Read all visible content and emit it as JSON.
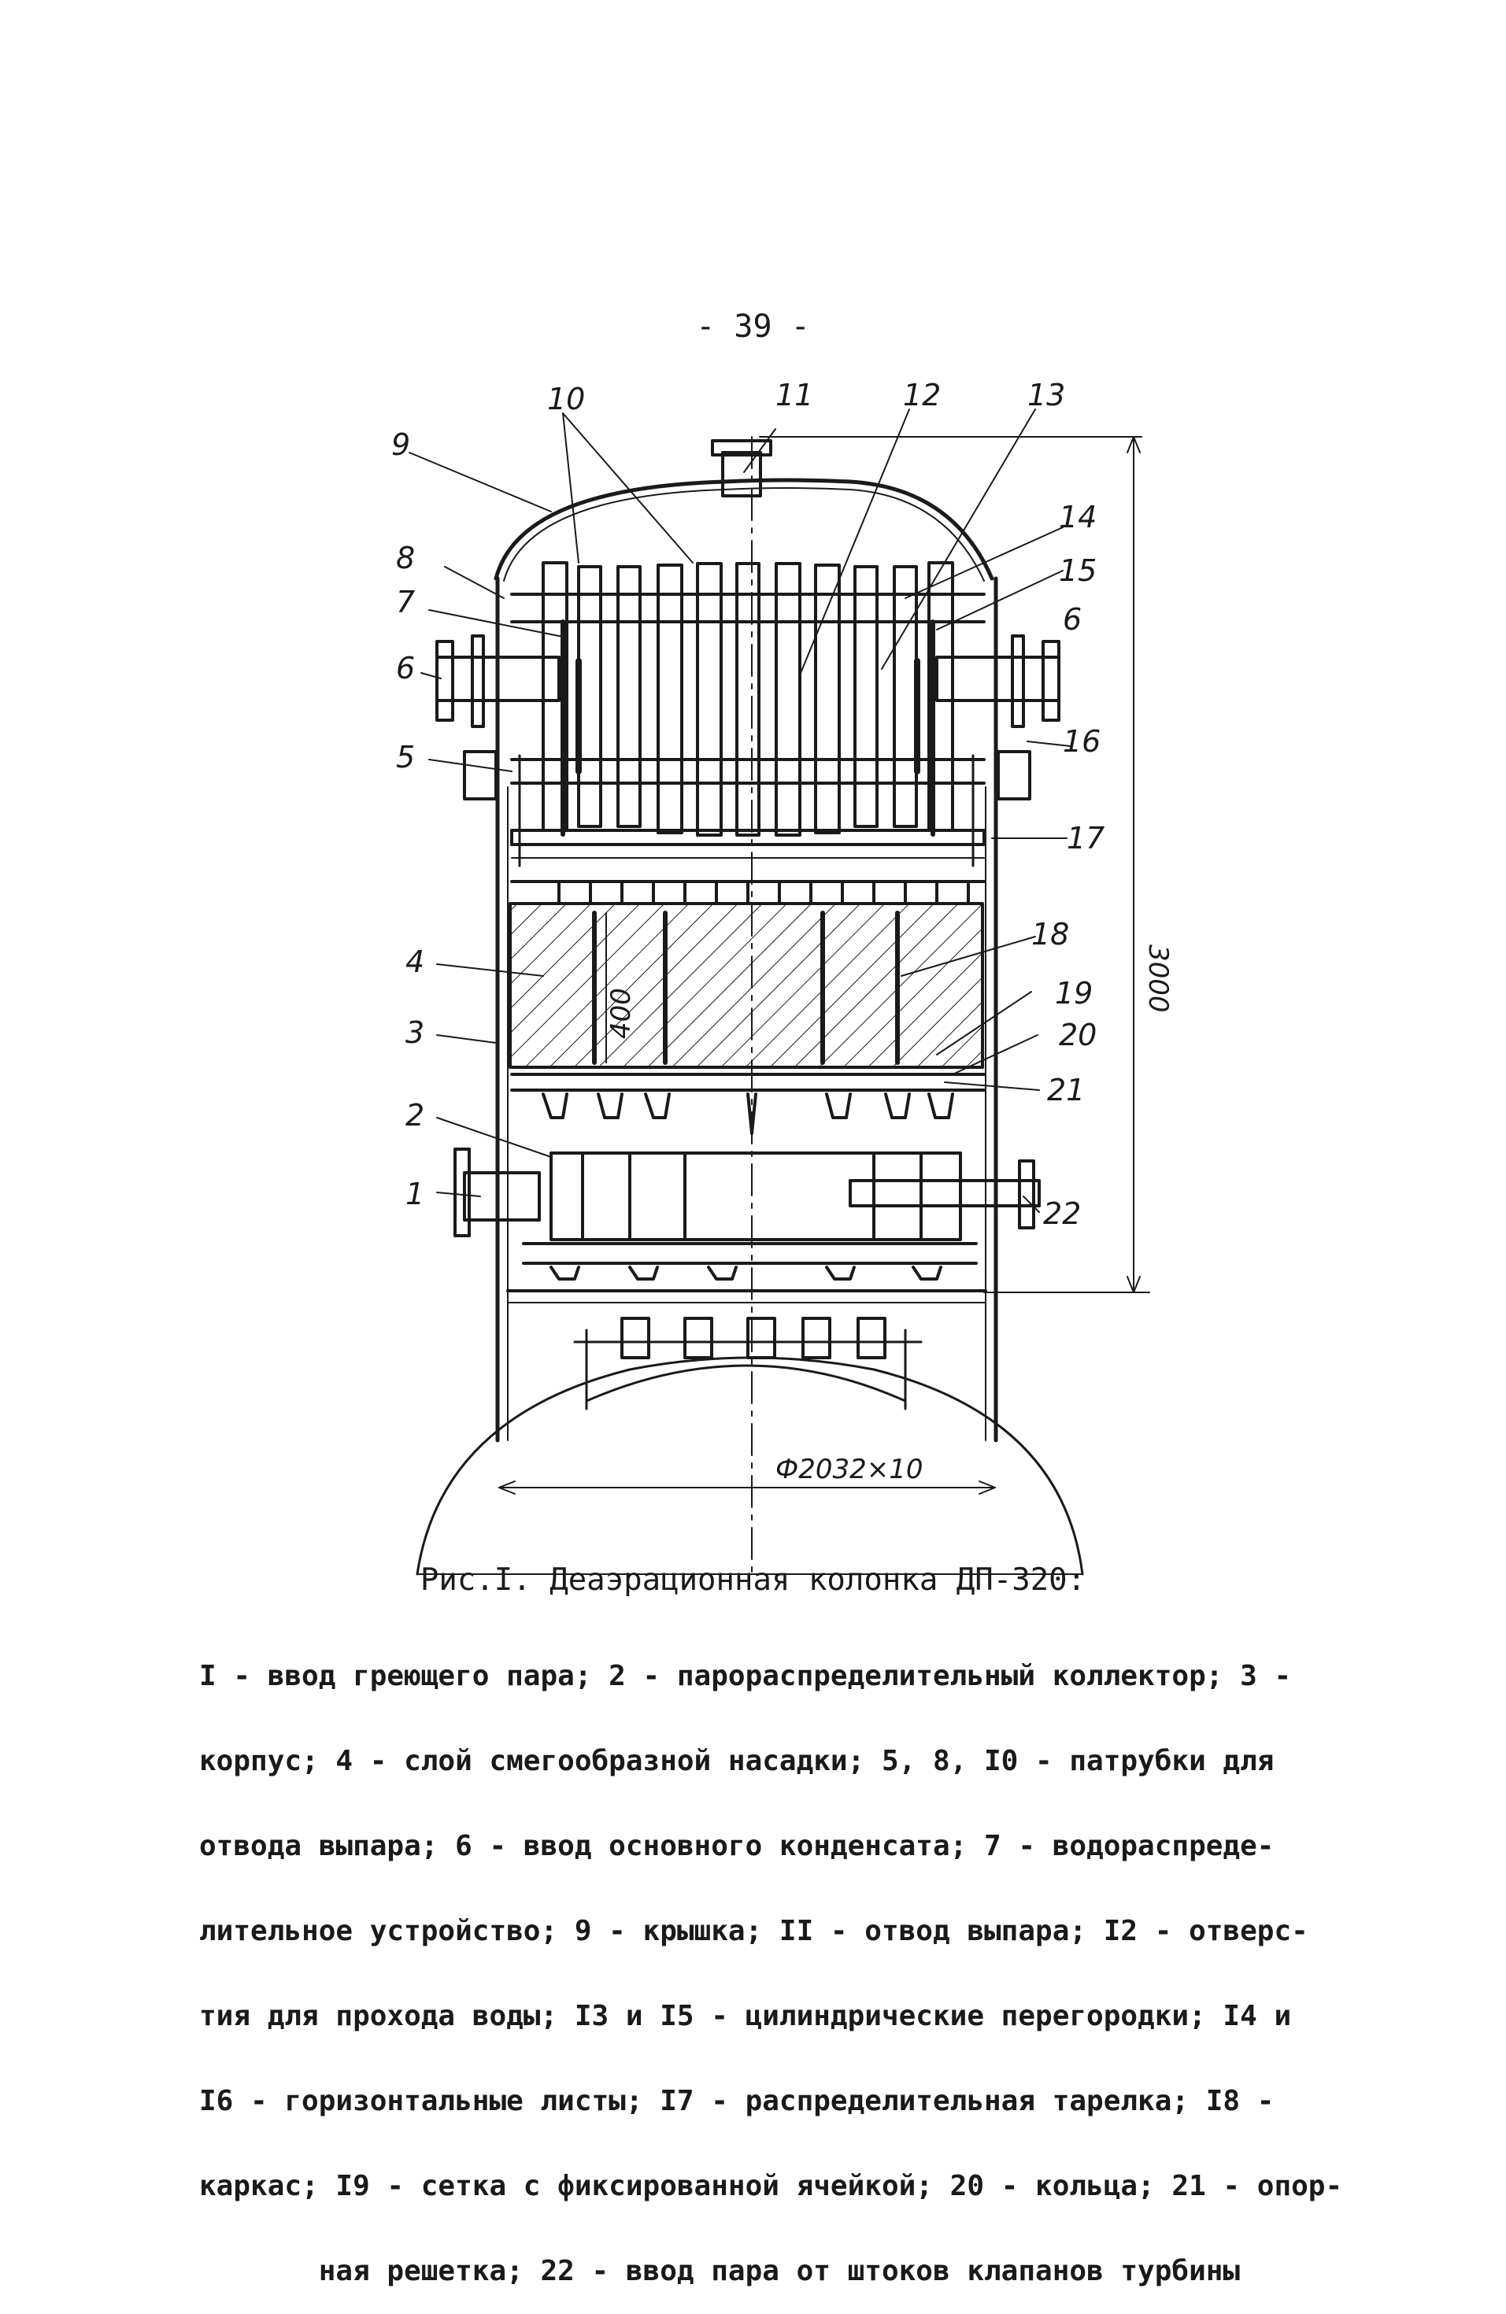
{
  "page_number": "- 39 -",
  "figure": {
    "title": "Рис.I. Деаэрационная колонка ДП-320:",
    "legend_lines": [
      "I - ввод греющего пара; 2 - парораспределительный коллектор; 3 -",
      "корпус; 4 - слой смегообразной насадки; 5, 8, I0 - патрубки для",
      "отвода выпара; 6 - ввод основного конденсата; 7 - водораспреде-",
      "лительное устройство; 9 - крышка; II - отвод выпара; I2 - отверс-",
      "тия для прохода воды; I3 и I5 - цилиндрические перегородки; I4 и",
      "I6 - горизонтальные листы; I7 - распределительная тарелка; I8 -",
      "каркас; I9 - сетка с фиксированной ячейкой; 20 - кольца; 21 - опор-",
      "       ная решетка; 22 - ввод пара от штоков клапанов турбины"
    ]
  },
  "callouts": {
    "n1": "1",
    "n2": "2",
    "n3": "3",
    "n4": "4",
    "n5": "5",
    "n6_left": "6",
    "n6_right": "6",
    "n7": "7",
    "n8": "8",
    "n9": "9",
    "n10": "10",
    "n11": "11",
    "n12": "12",
    "n13": "13",
    "n14": "14",
    "n15": "15",
    "n16": "16",
    "n17": "17",
    "n18": "18",
    "n19": "19",
    "n20": "20",
    "n21": "21",
    "n22": "22"
  },
  "dimensions": {
    "height": "3000",
    "layer": "400",
    "diameter": "Ф2032×10"
  }
}
